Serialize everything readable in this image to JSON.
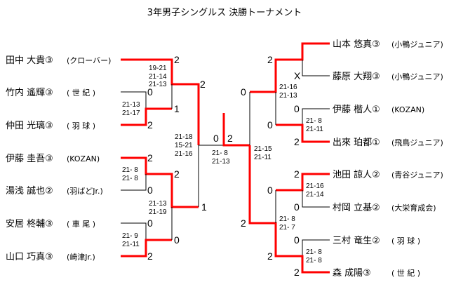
{
  "title": "3年男子シングルス 決勝トーナメント",
  "left_players": [
    {
      "name": "田中 大貴③",
      "club": "(クローバー)"
    },
    {
      "name": "竹内 遙輝③",
      "club": "( 世 紀 )"
    },
    {
      "name": "仲田 光璃③",
      "club": "( 羽 球 )"
    },
    {
      "name": "伊藤 圭吾③",
      "club": "(KOZAN)"
    },
    {
      "name": "湯浅 誠也②",
      "club": "(羽ばどJr.)"
    },
    {
      "name": "安居 柊輔③",
      "club": "( 車 尾 )"
    },
    {
      "name": "山口 巧真③",
      "club": "(崎津Jr.)"
    }
  ],
  "right_players": [
    {
      "name": "山本 悠真③",
      "club": "(小鴨ジュニア)"
    },
    {
      "name": "藤原 大翔③",
      "club": "(小鴨ジュニア)"
    },
    {
      "name": "伊藤 楷人①",
      "club": "(KOZAN)"
    },
    {
      "name": "出來 珀都①",
      "club": "(飛鳥ジュニア)"
    },
    {
      "name": "池田 諒人②",
      "club": "(青谷ジュニア)"
    },
    {
      "name": "村岡 立基②",
      "club": "(大栄育成会)"
    },
    {
      "name": "三村 竜生②",
      "club": "( 羽 球 )"
    },
    {
      "name": "森  成陽③",
      "club": "( 世 紀 )"
    }
  ],
  "matches": {
    "l_r1a": {
      "top": "0",
      "bottom": "2",
      "games": [
        "21-13",
        "21-17"
      ]
    },
    "l_r2a": {
      "top": "2",
      "bottom": "1",
      "games": [
        "19-21",
        "21-14",
        "21-13"
      ]
    },
    "l_r1b": {
      "top": "2",
      "bottom": "0",
      "games": [
        "21- 8",
        "21- 8"
      ]
    },
    "l_r1c": {
      "top": "0",
      "bottom": "2",
      "games": [
        "21- 9",
        "21-11"
      ]
    },
    "l_r2b": {
      "top": "2",
      "bottom": "0",
      "games": [
        "21-13",
        "21-19"
      ]
    },
    "l_sf": {
      "top": "2",
      "bottom": "1",
      "games": [
        "21-18",
        "15-21",
        "21-16"
      ]
    },
    "final": {
      "left": "0",
      "right": "2",
      "games": [
        "21- 8",
        "21-13"
      ]
    },
    "r_r1a": {
      "top": "",
      "bottom": "X",
      "games": []
    },
    "r_r1b": {
      "top": "0",
      "bottom": "2",
      "games": [
        "21- 8",
        "21-11"
      ]
    },
    "r_r2a": {
      "top": "2",
      "bottom": "0",
      "games": [
        "21-16",
        "21-13"
      ]
    },
    "r_r1c": {
      "top": "2",
      "bottom": "0",
      "games": [
        "21-16",
        "21-14"
      ]
    },
    "r_r1d": {
      "top": "0",
      "bottom": "2",
      "games": [
        "21- 8",
        "21- 8"
      ]
    },
    "r_r2b": {
      "top": "0",
      "bottom": "2",
      "games": [
        "21- 8",
        "21- 7"
      ]
    },
    "r_sf": {
      "top": "0",
      "bottom": "2",
      "games": [
        "21-15",
        "21-11"
      ]
    }
  },
  "colors": {
    "winner_line": "#ff0000",
    "line": "#000000"
  }
}
